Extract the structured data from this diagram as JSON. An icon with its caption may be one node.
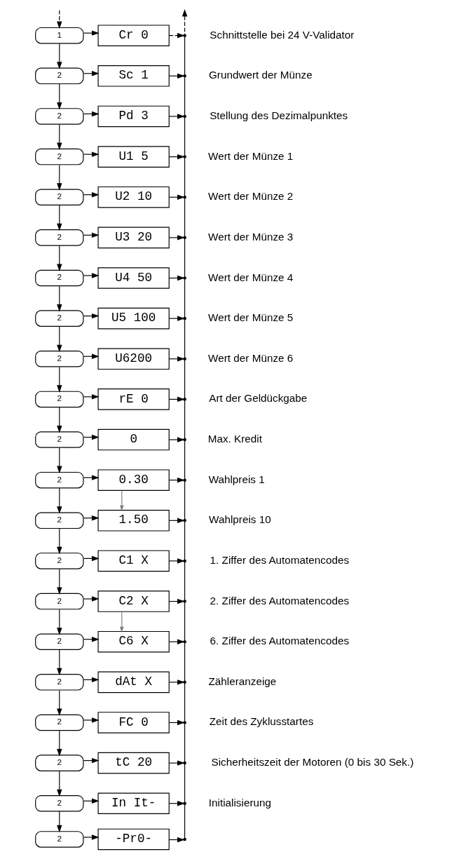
{
  "diagram": {
    "nodes": [
      {
        "text": [
          "1"
        ]
      },
      {
        "text": [
          "Cr 0"
        ]
      },
      {
        "text": [
          "2"
        ]
      },
      {
        "text": [
          "Sc 1"
        ]
      },
      {
        "text": [
          "2"
        ]
      },
      {
        "text": [
          "Pd 3"
        ]
      },
      {
        "text": [
          "2"
        ]
      },
      {
        "text": [
          "U1 5"
        ]
      },
      {
        "text": [
          "2"
        ]
      },
      {
        "text": [
          "U2 10"
        ]
      },
      {
        "text": [
          "2"
        ]
      },
      {
        "text": [
          "U3 20"
        ]
      },
      {
        "text": [
          "2"
        ]
      },
      {
        "text": [
          "U4 50"
        ]
      },
      {
        "text": [
          "2"
        ]
      },
      {
        "text": [
          "U5 100"
        ]
      },
      {
        "text": [
          "2"
        ]
      },
      {
        "text": [
          "U6200"
        ]
      },
      {
        "text": [
          "2"
        ]
      },
      {
        "text": [
          "rE 0"
        ]
      },
      {
        "text": [
          "2"
        ]
      },
      {
        "text": [
          "0"
        ]
      },
      {
        "text": [
          "2"
        ]
      },
      {
        "text": [
          "0.30"
        ]
      },
      {
        "text": [
          "2"
        ]
      },
      {
        "text": [
          "1.50"
        ]
      },
      {
        "text": [
          "2"
        ]
      },
      {
        "text": [
          "C1 X"
        ]
      },
      {
        "text": [
          "2"
        ]
      },
      {
        "text": [
          "C2 X"
        ]
      },
      {
        "text": [
          "2"
        ]
      },
      {
        "text": [
          "C6 X"
        ]
      },
      {
        "text": [
          "2"
        ]
      },
      {
        "text": [
          "dAt X"
        ]
      },
      {
        "text": [
          "2"
        ]
      },
      {
        "text": [
          "FC 0"
        ]
      },
      {
        "text": [
          "2"
        ]
      },
      {
        "text": [
          "tC 20"
        ]
      },
      {
        "text": [
          "2"
        ]
      },
      {
        "text": [
          "In It-"
        ]
      },
      {
        "text": [
          "2"
        ]
      },
      {
        "text": [
          "-Pr0-"
        ]
      }
    ],
    "edges": [
      {
        "from": null,
        "to": 0,
        "arrow": "to",
        "style": "dashed"
      },
      {
        "from": 0,
        "to": 1,
        "arrow": "to"
      },
      {
        "from": 1,
        "to": null,
        "arrow": "to",
        "style": "dashed"
      },
      {
        "from": 0,
        "to": 2,
        "arrow": "to"
      },
      {
        "from": 2,
        "to": 3,
        "arrow": "to"
      },
      {
        "from": 3,
        "to": null,
        "arrow": "to"
      },
      {
        "from": 2,
        "to": 4,
        "arrow": "to"
      },
      {
        "from": 4,
        "to": 5,
        "arrow": "to"
      },
      {
        "from": 5,
        "to": null,
        "arrow": "to"
      },
      {
        "from": 4,
        "to": 6,
        "arrow": "to"
      },
      {
        "from": 6,
        "to": 7,
        "arrow": "to"
      },
      {
        "from": 7,
        "to": null,
        "arrow": "to"
      },
      {
        "from": 6,
        "to": 8,
        "arrow": "to"
      },
      {
        "from": 8,
        "to": 9,
        "arrow": "to"
      },
      {
        "from": 9,
        "to": null,
        "arrow": "to"
      },
      {
        "from": 8,
        "to": 10,
        "arrow": "to"
      },
      {
        "from": 10,
        "to": 11,
        "arrow": "to"
      },
      {
        "from": 11,
        "to": null,
        "arrow": "to"
      },
      {
        "from": 10,
        "to": 12,
        "arrow": "to"
      },
      {
        "from": 12,
        "to": 13,
        "arrow": "to"
      },
      {
        "from": 13,
        "to": null,
        "arrow": "to"
      },
      {
        "from": 12,
        "to": 14,
        "arrow": "to"
      },
      {
        "from": 14,
        "to": 15,
        "arrow": "to"
      },
      {
        "from": 15,
        "to": null,
        "arrow": "to"
      },
      {
        "from": 14,
        "to": 16,
        "arrow": "to"
      },
      {
        "from": 16,
        "to": 17,
        "arrow": "to"
      },
      {
        "from": 17,
        "to": null,
        "arrow": "to"
      },
      {
        "from": 16,
        "to": 18,
        "arrow": "to"
      },
      {
        "from": 18,
        "to": 19,
        "arrow": "to"
      },
      {
        "from": 19,
        "to": null,
        "arrow": "to"
      },
      {
        "from": 18,
        "to": 20,
        "arrow": "to"
      },
      {
        "from": 20,
        "to": 21,
        "arrow": "to"
      },
      {
        "from": 21,
        "to": null,
        "arrow": "to"
      },
      {
        "from": 20,
        "to": 22,
        "arrow": "to"
      },
      {
        "from": 22,
        "to": 23,
        "arrow": "to"
      },
      {
        "from": 23,
        "to": null,
        "arrow": "to"
      },
      {
        "from": 22,
        "to": 24,
        "arrow": "to"
      },
      {
        "from": 23,
        "to": 25,
        "arrow": "to",
        "color": "#808080"
      },
      {
        "from": 24,
        "to": 25,
        "arrow": "to"
      },
      {
        "from": 25,
        "to": null,
        "arrow": "to"
      },
      {
        "from": 24,
        "to": 26,
        "arrow": "to"
      },
      {
        "from": 26,
        "to": 27,
        "arrow": "to"
      },
      {
        "from": 27,
        "to": null,
        "arrow": "to"
      },
      {
        "from": 26,
        "to": 28,
        "arrow": "to"
      },
      {
        "from": 28,
        "to": 29,
        "arrow": "to"
      },
      {
        "from": 29,
        "to": null,
        "arrow": "to"
      },
      {
        "from": 28,
        "to": 30,
        "arrow": "to"
      },
      {
        "from": 29,
        "to": 31,
        "arrow": "to",
        "color": "#808080"
      },
      {
        "from": 30,
        "to": 31,
        "arrow": "to"
      },
      {
        "from": 31,
        "to": null,
        "arrow": "to"
      },
      {
        "from": 30,
        "to": 32,
        "arrow": "to"
      },
      {
        "from": 32,
        "to": 33,
        "arrow": "to"
      },
      {
        "from": 33,
        "to": null,
        "arrow": "to"
      },
      {
        "from": 32,
        "to": 34,
        "arrow": "to"
      },
      {
        "from": 34,
        "to": 35,
        "arrow": "to"
      },
      {
        "from": 35,
        "to": null,
        "arrow": "to"
      },
      {
        "from": 34,
        "to": 36,
        "arrow": "to"
      },
      {
        "from": 36,
        "to": 37,
        "arrow": "to"
      },
      {
        "from": 37,
        "to": null,
        "arrow": "to"
      },
      {
        "from": 36,
        "to": 38,
        "arrow": "to"
      },
      {
        "from": 38,
        "to": 39,
        "arrow": "to"
      },
      {
        "from": 39,
        "to": null,
        "arrow": "to"
      },
      {
        "from": 38,
        "to": 40,
        "arrow": "to"
      },
      {
        "from": 40,
        "to": 41,
        "arrow": "to"
      },
      {
        "from": 41,
        "to": null,
        "arrow": "to"
      }
    ],
    "labels": [
      "Schnittstelle bei 24 V-Validator",
      "Grundwert der Münze",
      "Stellung des Dezimalpunktes",
      "Wert der Münze 1",
      "Wert der Münze 2",
      "Wert der Münze 3",
      "Wert der Münze 4",
      "Wert der Münze 5",
      "Wert der Münze 6",
      "Art der Geldückgabe",
      "Max. Kredit",
      "Wahlpreis 1",
      "Wahlpreis 10",
      "1. Ziffer des Automatencodes",
      "2. Ziffer des Automatencodes",
      "6. Ziffer des Automatencodes",
      "Zähleranzeige",
      "Zeit des Zyklusstartes",
      "Sicherheitszeit der Motoren (0 bis 30 Sek.)",
      "Initialisierung"
    ]
  }
}
